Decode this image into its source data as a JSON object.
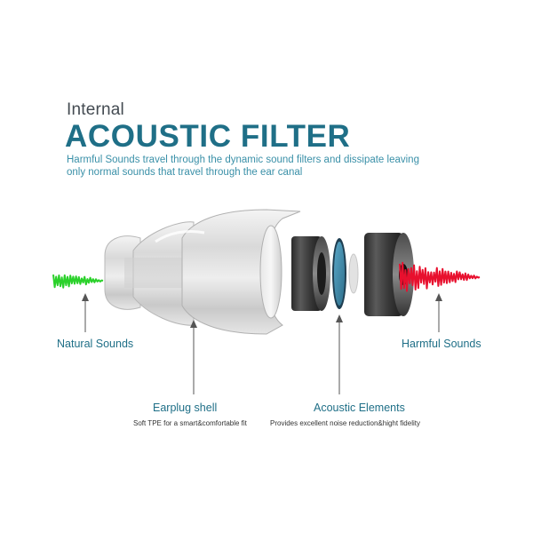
{
  "header": {
    "subtitle": "Internal",
    "title": "ACOUSTIC FILTER",
    "description_line1": "Harmful Sounds travel through the dynamic sound filters and dissipate leaving",
    "description_line2": "only normal sounds that travel through the ear canal"
  },
  "labels": {
    "natural_sounds": "Natural Sounds",
    "harmful_sounds": "Harmful Sounds",
    "earplug_shell": "Earplug shell",
    "earplug_shell_detail": "Soft TPE for a smart&comfortable fit",
    "acoustic_elements": "Acoustic Elements",
    "acoustic_elements_detail": "Provides excellent noise reduction&hight fidelity"
  },
  "colors": {
    "title": "#1f6f87",
    "description": "#3a90a8",
    "natural_wave": "#2bd12b",
    "harmful_wave": "#e8102e",
    "pointer_lines": "#555555",
    "filter_accent": "#3d8fb0"
  },
  "icons": {
    "natural_wave": "sound-wave-icon",
    "harmful_wave": "sound-wave-icon"
  }
}
